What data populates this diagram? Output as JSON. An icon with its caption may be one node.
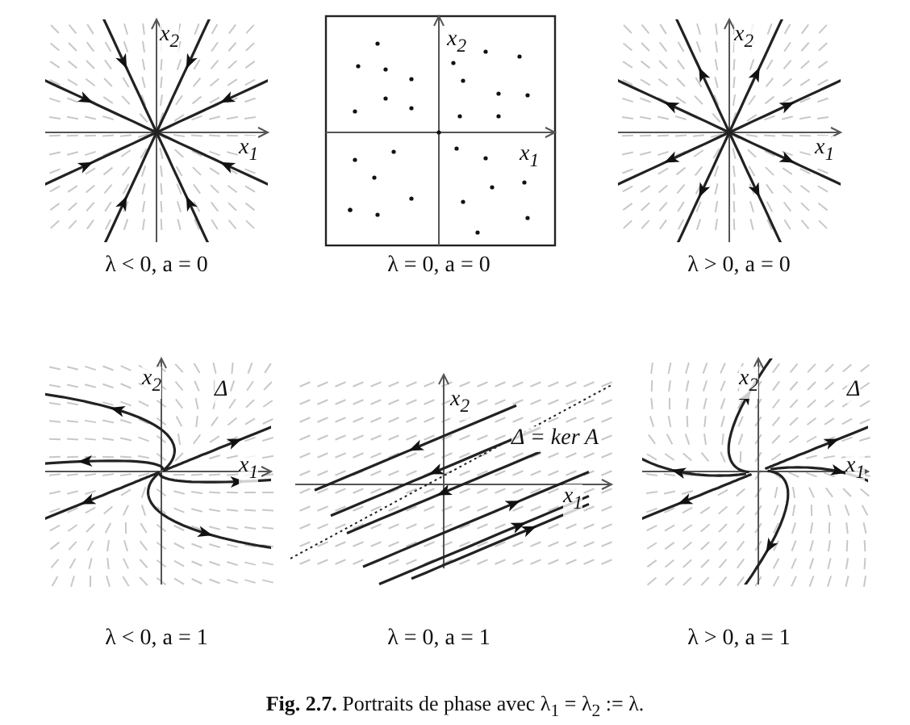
{
  "diagram": {
    "caption": "**Fig. 2.7.** Portraits de phase avec λ$_{1}$ = λ$_{2}$ := λ.",
    "labels": [
      "x$_{2}$",
      "x$_{1}$",
      "x$_{2}$",
      "x$_{1}$",
      "x$_{2}$",
      "x$_{1}$",
      "λ < 0, a = 0",
      "λ = 0, a = 0",
      "λ > 0, a = 0",
      "x$_{2}$",
      "Δ",
      "x$_{1}$",
      "x$_{2}$",
      "Δ = ker A",
      "x$_{1}$",
      "x$_{2}$",
      "Δ",
      "x$_{1}$",
      "λ < 0, a = 1",
      "λ = 0, a = 1",
      "λ > 0, a = 1"
    ]
  }
}
